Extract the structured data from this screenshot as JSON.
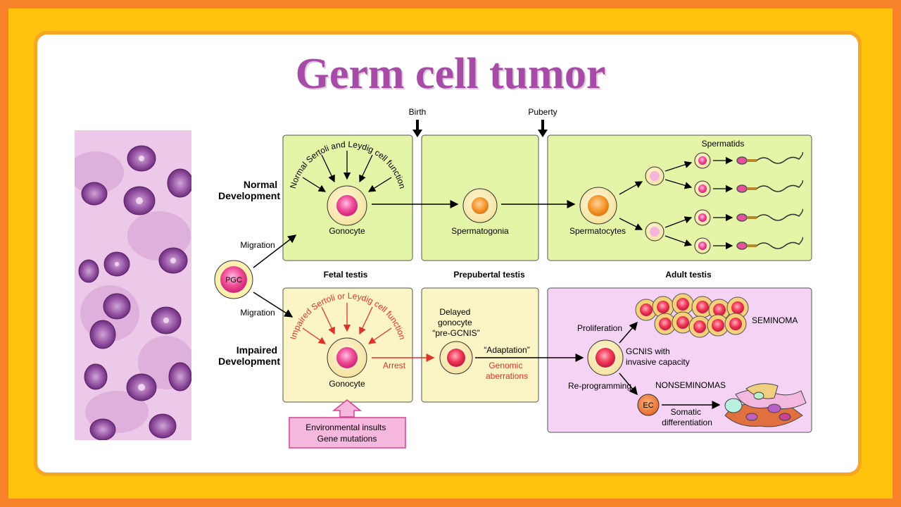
{
  "title": "Germ cell tumor",
  "timeline": {
    "birth": "Birth",
    "puberty": "Puberty"
  },
  "rows": {
    "normal": [
      "Normal",
      "Development"
    ],
    "impaired": [
      "Impaired",
      "Development"
    ]
  },
  "stages": {
    "fetal": "Fetal testis",
    "prepubertal": "Prepubertal testis",
    "adult": "Adult testis"
  },
  "pgc": "PGC",
  "migration": "Migration",
  "normal": {
    "arc_label": "Normal Sertoli and Leydig cell function",
    "gonocyte": "Gonocyte",
    "spermatogonia": "Spermatogonia",
    "spermatocytes": "Spermatocytes",
    "spermatids": "Spermatids"
  },
  "impaired": {
    "arc_label": "Impaired Sertoli or Leydig cell function",
    "gonocyte": "Gonocyte",
    "arrest": "Arrest",
    "delayed": [
      "Delayed",
      "gonocyte",
      "“pre-GCNIS”"
    ],
    "adaptation": "“Adaptation”",
    "genomic": [
      "Genomic",
      "aberrations"
    ],
    "proliferation": "Proliferation",
    "seminoma": "SEMINOMA",
    "gcnis": [
      "GCNIS with",
      "invasive capacity"
    ],
    "reprogramming": "Re-programming",
    "nonseminomas": "NONSEMINOMAS",
    "ec": "EC",
    "somatic": [
      "Somatic",
      "differentiation"
    ]
  },
  "insults": [
    "Environmental insults",
    "Gene mutations"
  ],
  "colors": {
    "title": "#a64ca6",
    "green_box": "#e4f5a8",
    "yellow_box": "#fbf4c4",
    "pink_box": "#f4d3f4",
    "red_text": "#e0302c"
  }
}
